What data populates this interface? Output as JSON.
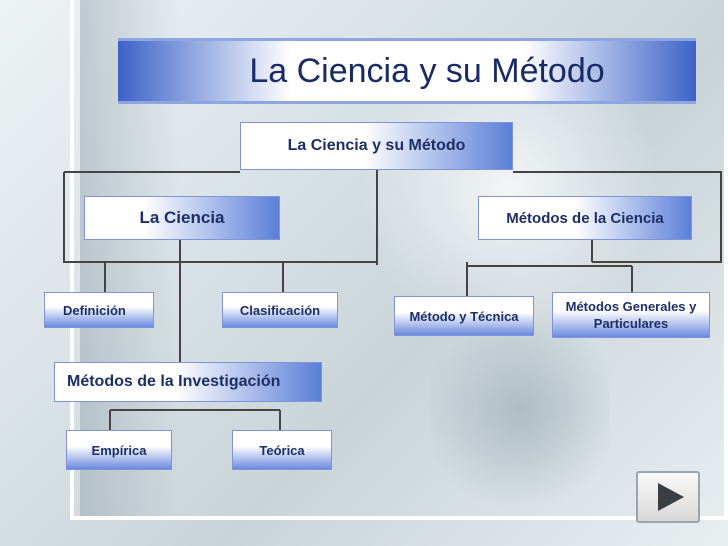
{
  "slide": {
    "title": "La Ciencia y su Método"
  },
  "diagram": {
    "root": "La Ciencia y su Método",
    "left_branch": {
      "label": "La Ciencia",
      "children": [
        "Definición",
        "Clasificación"
      ],
      "sub": {
        "label": "Métodos de la Investigación",
        "children": [
          "Empírica",
          "Teórica"
        ]
      }
    },
    "right_branch": {
      "label": "Métodos de la Ciencia",
      "children": [
        "Método y Técnica",
        "Métodos Generales y Particulares"
      ]
    }
  },
  "nav": {
    "icon": "play-triangle-icon"
  },
  "colors": {
    "title_text": "#1a2a66",
    "box_blue": "#5b7fd8",
    "connector": "#444444"
  }
}
